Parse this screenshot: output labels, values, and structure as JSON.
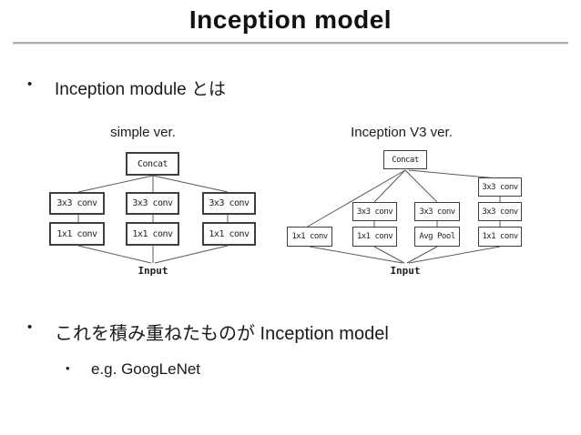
{
  "slide": {
    "title": "Inception model",
    "bullet_char": "•",
    "bullets": [
      "Inception module とは",
      "これを積み重ねたものが Inception model"
    ],
    "sub_bullet": "e.g. GoogLeNet"
  },
  "diagrams": {
    "simple": {
      "caption": "simple ver.",
      "concat": "Concat",
      "row1": [
        "3x3 conv",
        "3x3 conv",
        "3x3 conv"
      ],
      "row2": [
        "1x1 conv",
        "1x1 conv",
        "1x1 conv"
      ],
      "input": "Input"
    },
    "v3": {
      "caption": "Inception V3 ver.",
      "concat": "Concat",
      "branch4_top": "3x3 conv",
      "mid_row": [
        "3x3 conv",
        "3x3 conv",
        "3x3 conv"
      ],
      "bottom_row": [
        "1x1 conv",
        "1x1 conv",
        "Avg Pool",
        "1x1 conv"
      ],
      "input": "Input"
    }
  },
  "colors": {
    "text": "#1a1a1a",
    "divider": "#aeaeae",
    "box_border": "#3f3f3f",
    "connector_line": "#5a5a5a"
  }
}
